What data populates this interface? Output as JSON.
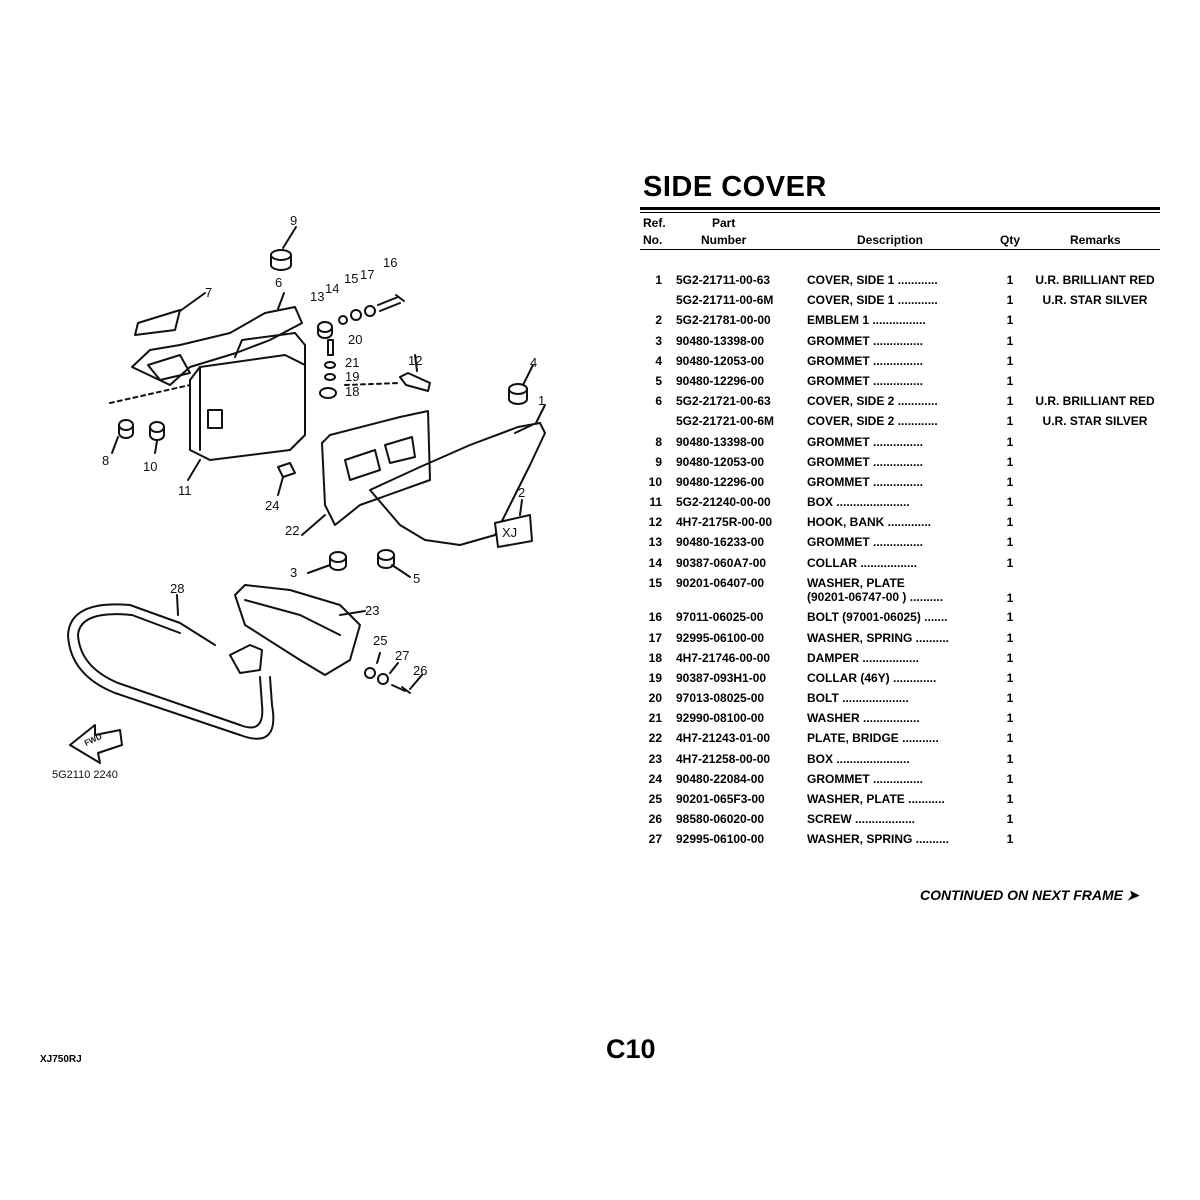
{
  "title": "SIDE COVER",
  "headers": {
    "ref_line1": "Ref.",
    "ref_line2": "No.",
    "part_line1": "Part",
    "part_line2": "Number",
    "description": "Description",
    "qty": "Qty",
    "remarks": "Remarks"
  },
  "parts": [
    {
      "ref": "1",
      "part": "5G2-21711-00-63",
      "desc": "COVER, SIDE 1  ............",
      "qty": "1",
      "remarks": "U.R. BRILLIANT RED"
    },
    {
      "ref": "",
      "part": "5G2-21711-00-6M",
      "desc": "COVER, SIDE 1  ............",
      "qty": "1",
      "remarks": "U.R. STAR SILVER"
    },
    {
      "ref": "2",
      "part": "5G2-21781-00-00",
      "desc": "EMBLEM 1 ................",
      "qty": "1",
      "remarks": ""
    },
    {
      "ref": "3",
      "part": "90480-13398-00",
      "desc": "GROMMET  ...............",
      "qty": "1",
      "remarks": ""
    },
    {
      "ref": "4",
      "part": "90480-12053-00",
      "desc": "GROMMET  ...............",
      "qty": "1",
      "remarks": ""
    },
    {
      "ref": "5",
      "part": "90480-12296-00",
      "desc": "GROMMET  ...............",
      "qty": "1",
      "remarks": ""
    },
    {
      "ref": "6",
      "part": "5G2-21721-00-63",
      "desc": "COVER, SIDE 2  ............",
      "qty": "1",
      "remarks": "U.R. BRILLIANT RED"
    },
    {
      "ref": "",
      "part": "5G2-21721-00-6M",
      "desc": "COVER, SIDE 2  ............",
      "qty": "1",
      "remarks": "U.R. STAR SILVER"
    },
    {
      "ref": "8",
      "part": "90480-13398-00",
      "desc": "GROMMET  ...............",
      "qty": "1",
      "remarks": ""
    },
    {
      "ref": "9",
      "part": "90480-12053-00",
      "desc": "GROMMET  ...............",
      "qty": "1",
      "remarks": ""
    },
    {
      "ref": "10",
      "part": "90480-12296-00",
      "desc": "GROMMET  ...............",
      "qty": "1",
      "remarks": ""
    },
    {
      "ref": "11",
      "part": "5G2-21240-00-00",
      "desc": "BOX  ......................",
      "qty": "1",
      "remarks": ""
    },
    {
      "ref": "12",
      "part": "4H7-2175R-00-00",
      "desc": "HOOK, BANK  .............",
      "qty": "1",
      "remarks": ""
    },
    {
      "ref": "13",
      "part": "90480-16233-00",
      "desc": "GROMMET  ...............",
      "qty": "1",
      "remarks": ""
    },
    {
      "ref": "14",
      "part": "90387-060A7-00",
      "desc": "COLLAR  .................",
      "qty": "1",
      "remarks": ""
    },
    {
      "ref": "15",
      "part": "90201-06407-00",
      "desc": "WASHER, PLATE",
      "desc2": "(90201-06747-00 )  ..........",
      "qty": "1",
      "remarks": ""
    },
    {
      "ref": "16",
      "part": "97011-06025-00",
      "desc": "BOLT (97001-06025)  .......",
      "qty": "1",
      "remarks": ""
    },
    {
      "ref": "17",
      "part": "92995-06100-00",
      "desc": "WASHER, SPRING  ..........",
      "qty": "1",
      "remarks": ""
    },
    {
      "ref": "18",
      "part": "4H7-21746-00-00",
      "desc": "DAMPER  .................",
      "qty": "1",
      "remarks": ""
    },
    {
      "ref": "19",
      "part": "90387-093H1-00",
      "desc": "COLLAR (46Y)  .............",
      "qty": "1",
      "remarks": ""
    },
    {
      "ref": "20",
      "part": "97013-08025-00",
      "desc": "BOLT  ....................",
      "qty": "1",
      "remarks": ""
    },
    {
      "ref": "21",
      "part": "92990-08100-00",
      "desc": "WASHER  .................",
      "qty": "1",
      "remarks": ""
    },
    {
      "ref": "22",
      "part": "4H7-21243-01-00",
      "desc": "PLATE, BRIDGE  ...........",
      "qty": "1",
      "remarks": ""
    },
    {
      "ref": "23",
      "part": "4H7-21258-00-00",
      "desc": "BOX  ......................",
      "qty": "1",
      "remarks": ""
    },
    {
      "ref": "24",
      "part": "90480-22084-00",
      "desc": "GROMMET  ...............",
      "qty": "1",
      "remarks": ""
    },
    {
      "ref": "25",
      "part": "90201-065F3-00",
      "desc": "WASHER, PLATE  ...........",
      "qty": "1",
      "remarks": ""
    },
    {
      "ref": "26",
      "part": "98580-06020-00",
      "desc": "SCREW  ..................",
      "qty": "1",
      "remarks": ""
    },
    {
      "ref": "27",
      "part": "92995-06100-00",
      "desc": "WASHER, SPRING  ..........",
      "qty": "1",
      "remarks": ""
    }
  ],
  "continued": "CONTINUED ON NEXT FRAME ➤",
  "page_number": "C10",
  "model_code": "XJ750RJ",
  "diagram": {
    "callouts": [
      "9",
      "7",
      "6",
      "14",
      "15",
      "17",
      "16",
      "13",
      "20",
      "21",
      "19",
      "18",
      "12",
      "4",
      "1",
      "8",
      "10",
      "11",
      "24",
      "22",
      "2",
      "3",
      "5",
      "28",
      "23",
      "25",
      "27",
      "26"
    ],
    "fwd_label": "FWD",
    "drawing_code": "5G2110 2240"
  }
}
